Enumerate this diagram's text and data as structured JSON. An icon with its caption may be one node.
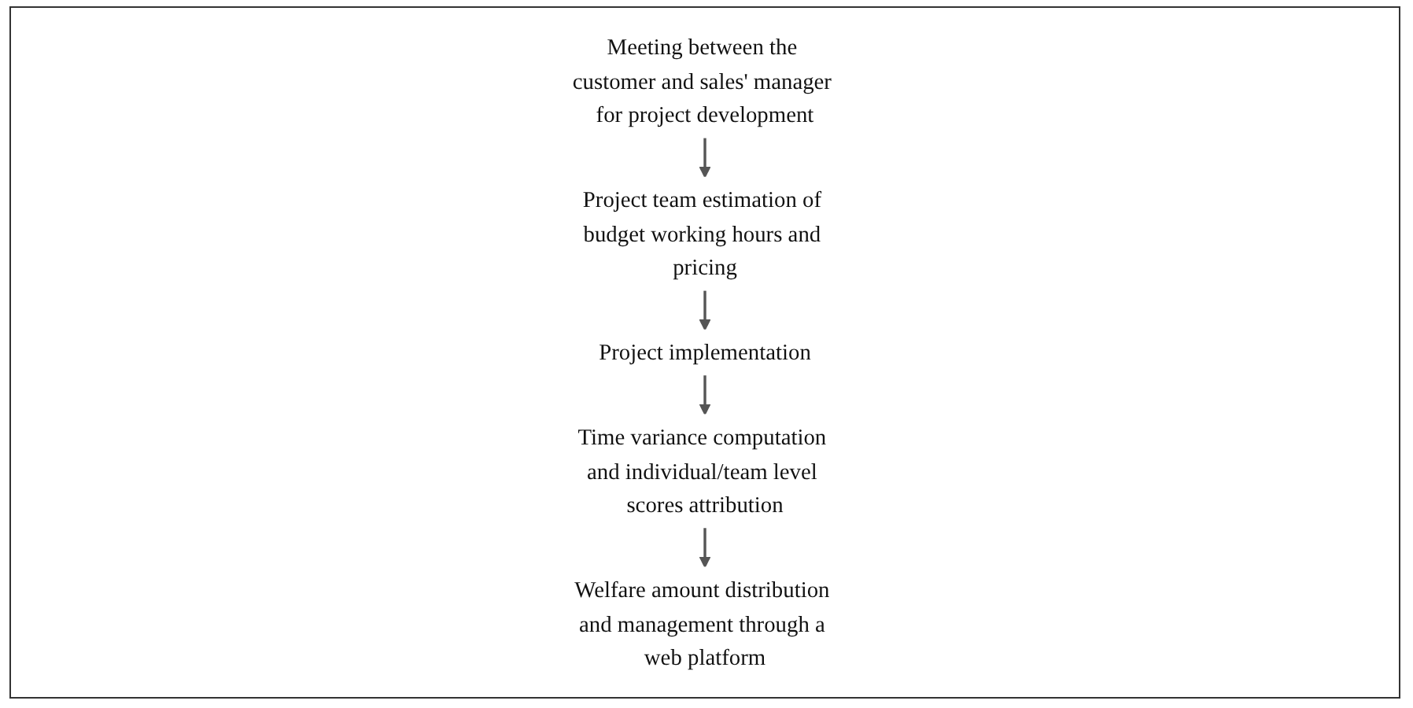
{
  "diagram": {
    "nodes": [
      {
        "text": [
          "Meeting between the customer and sales' manager for project development"
        ]
      },
      {
        "text": [
          "Project team estimation of budget working hours and pricing"
        ]
      },
      {
        "text": [
          "Project implementation"
        ]
      },
      {
        "text": [
          "Time variance computation and individual/team level scores attribution"
        ]
      },
      {
        "text": [
          "Welfare amount distribution and management through a web platform"
        ]
      }
    ],
    "edges": [
      {
        "from": 0,
        "to": 1,
        "arrow": "to"
      },
      {
        "from": 1,
        "to": 2,
        "arrow": "to"
      },
      {
        "from": 2,
        "to": 3,
        "arrow": "to"
      },
      {
        "from": 3,
        "to": 4,
        "arrow": "to"
      }
    ]
  }
}
